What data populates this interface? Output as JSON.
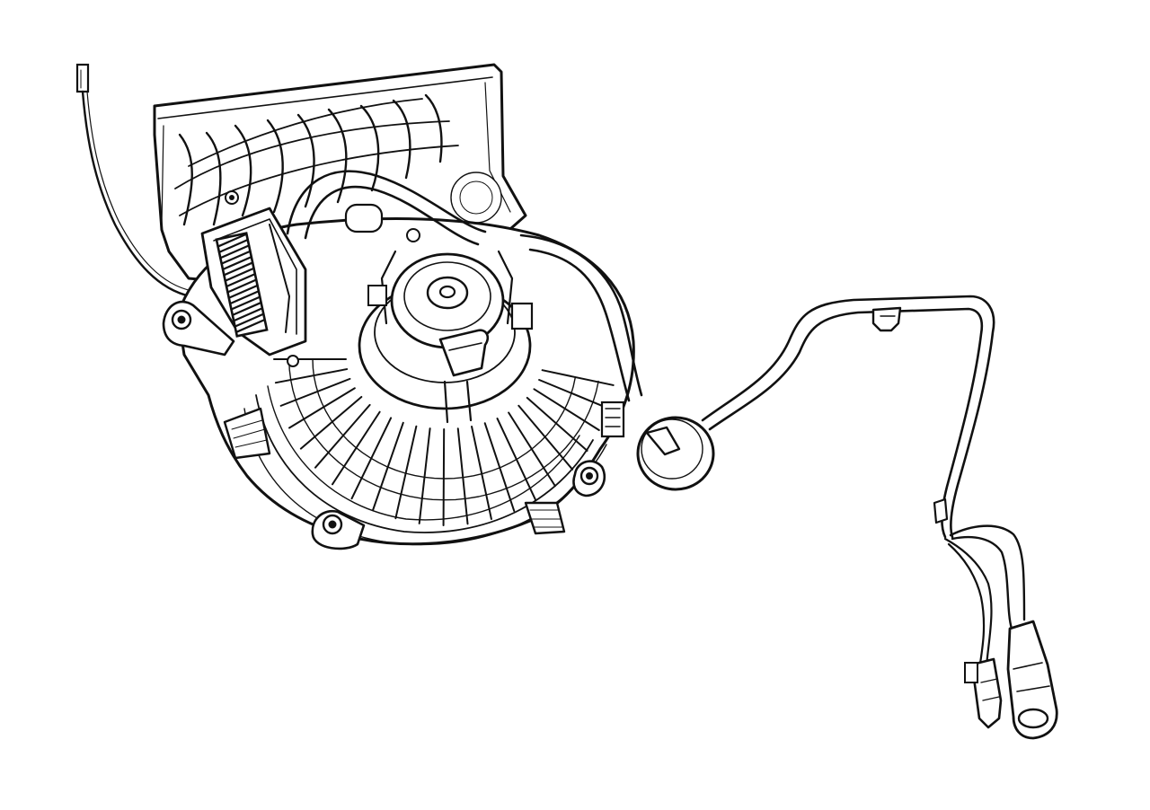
{
  "drawing": {
    "background": "#ffffff",
    "ink": "#111111",
    "line_weights": {
      "outline": 3,
      "detail": 1.6,
      "fine": 1
    }
  }
}
